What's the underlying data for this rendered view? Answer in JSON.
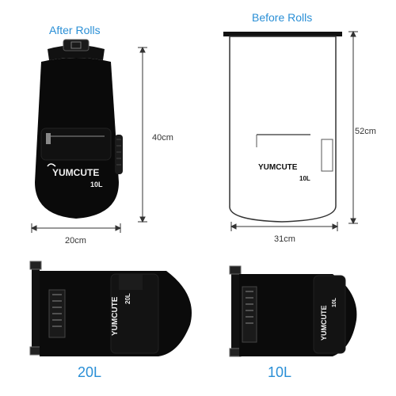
{
  "top": {
    "after_rolls_title": "After Rolls",
    "before_rolls_title": "Before Rolls"
  },
  "dimensions": {
    "after_height": "40cm",
    "after_width": "20cm",
    "before_height": "52cm",
    "before_width": "31cm"
  },
  "bags": {
    "brand_text": "YUMCUTE",
    "capacity_top_left": "10L",
    "capacity_top_right": "10L",
    "capacity_bottom_left_tag": "20L",
    "capacity_bottom_right_tag": "10L"
  },
  "bottom": {
    "left_capacity": "20L",
    "right_capacity": "10L"
  },
  "colors": {
    "accent": "#2a8fd6",
    "bag": "#0a0a0a",
    "outline": "#333333"
  }
}
